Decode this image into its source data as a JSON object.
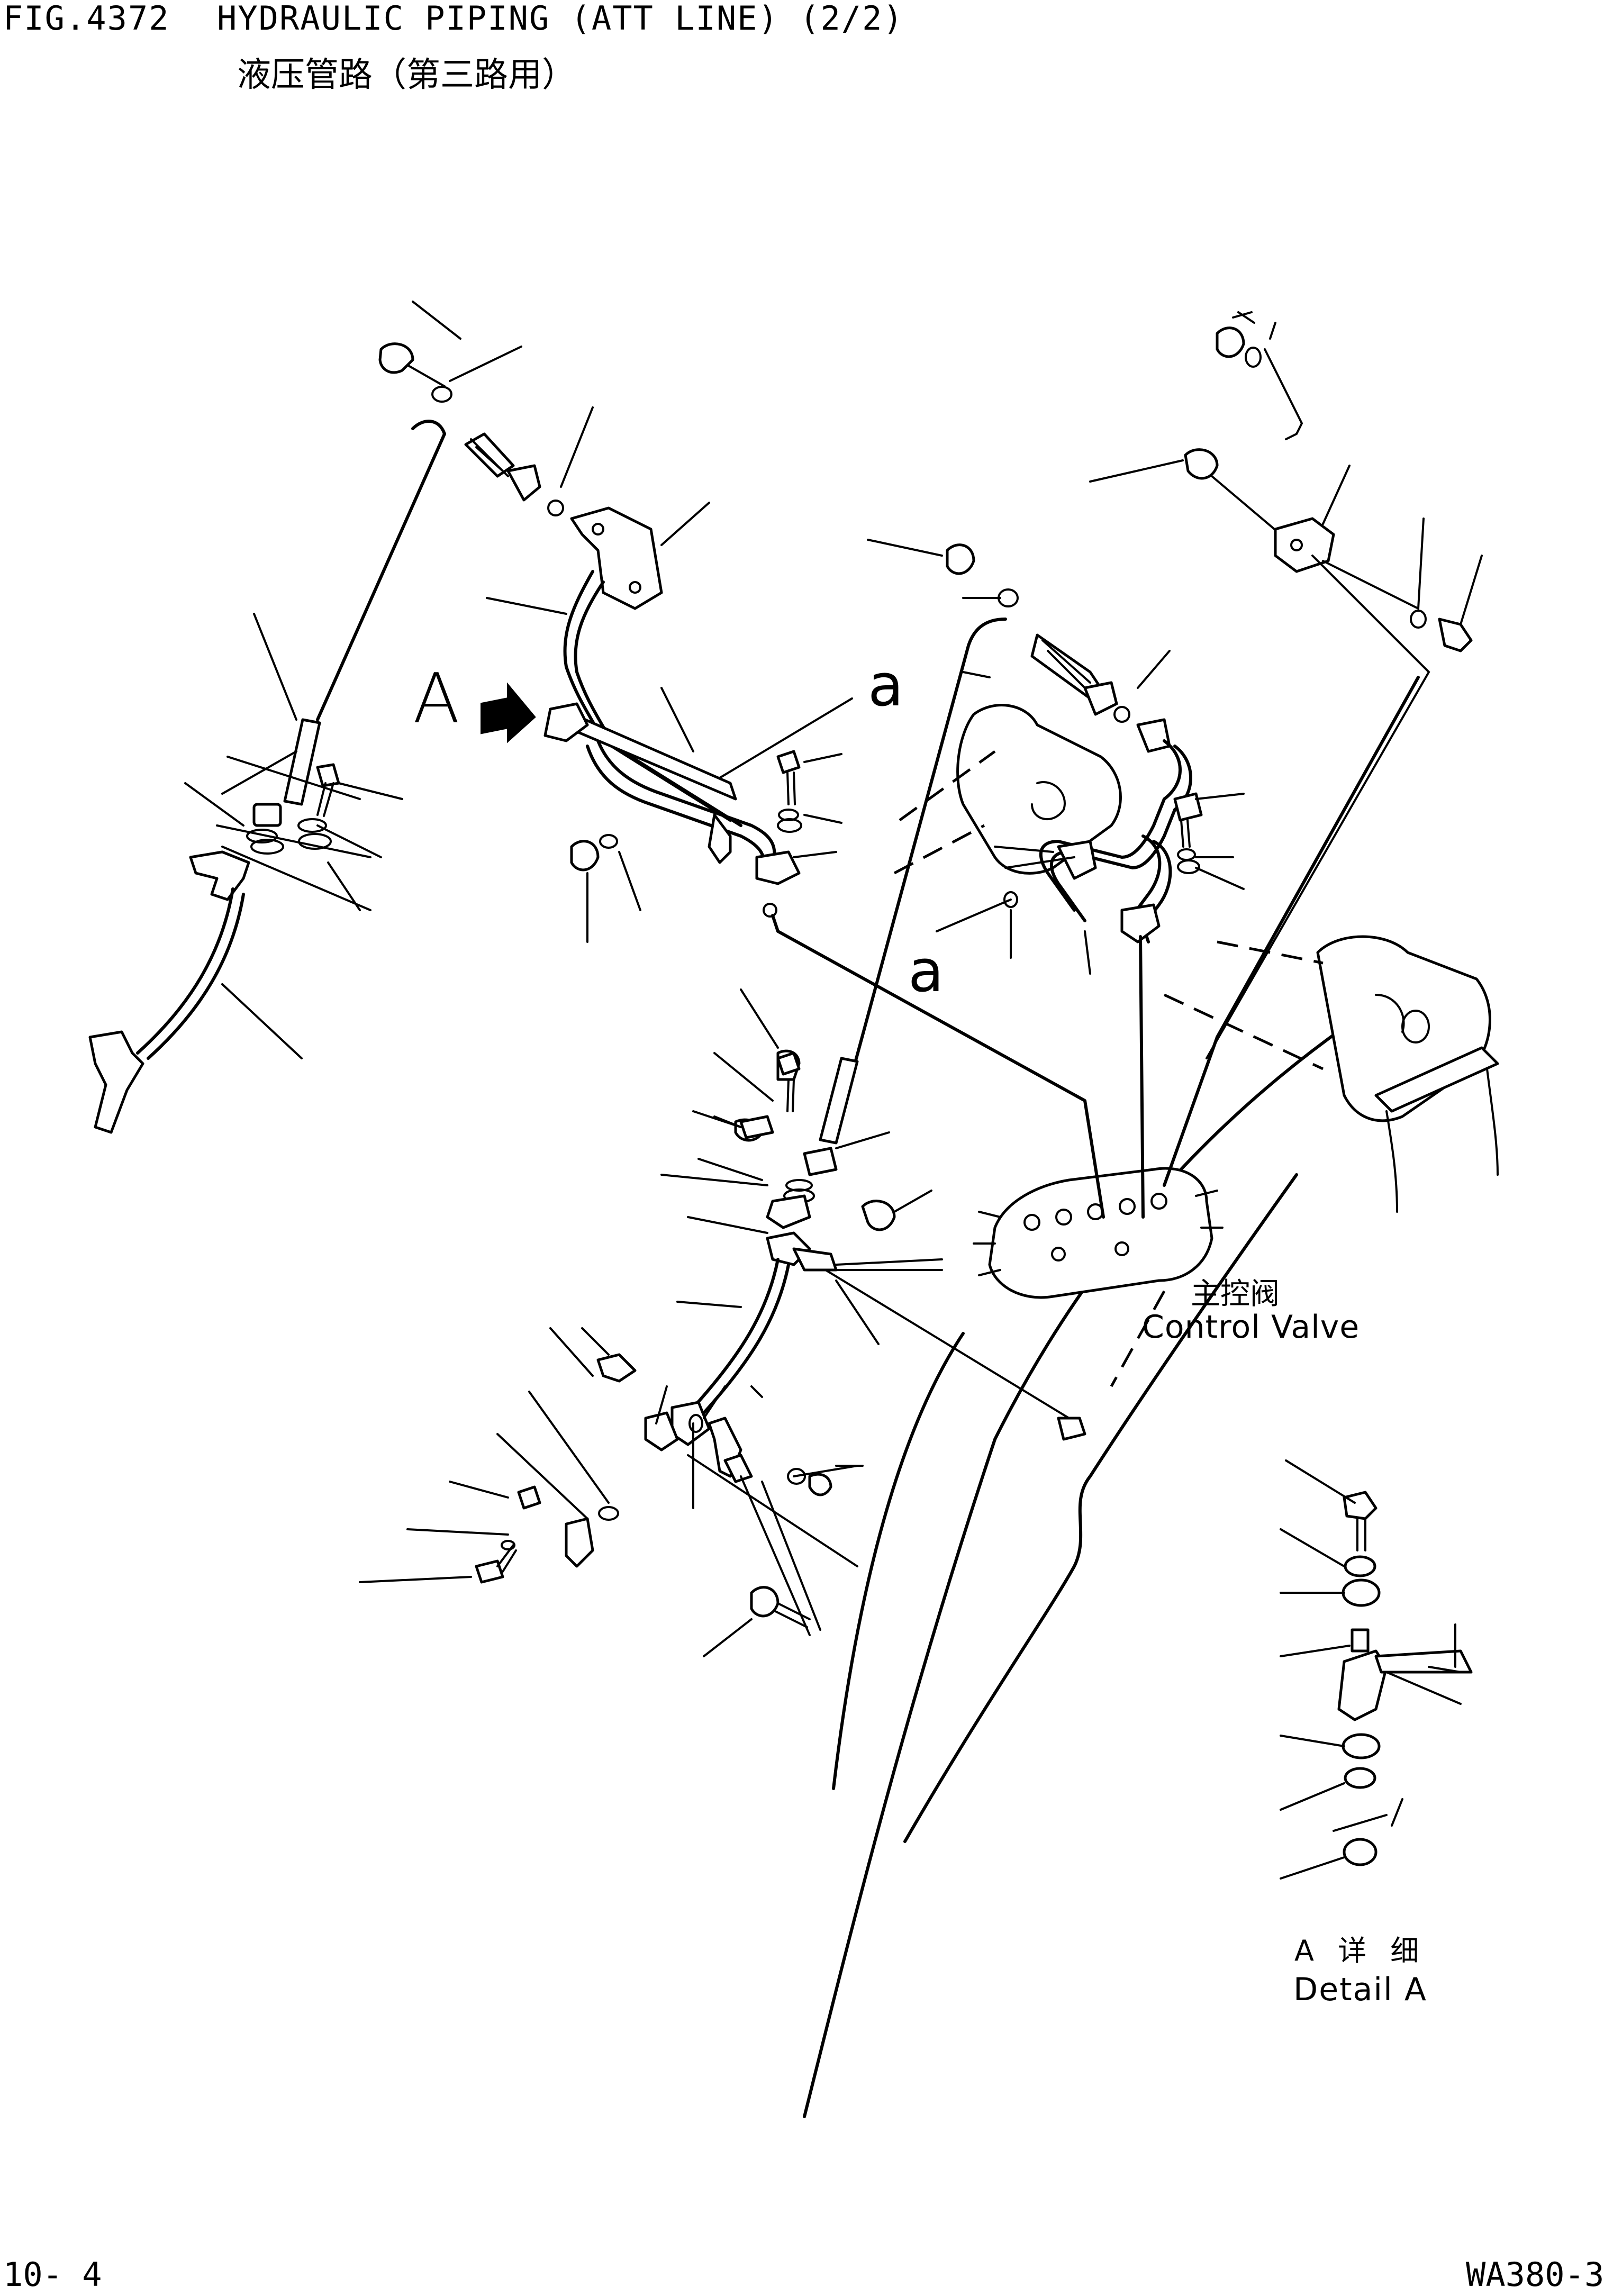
{
  "header": {
    "figure_number": "FIG.4372",
    "title": "HYDRAULIC PIPING (ATT LINE) (2/2)",
    "title_cn": "液压管路（第三路用）"
  },
  "callouts": {
    "view_A": "A",
    "joint_a_upper": "a",
    "joint_a_lower": "a"
  },
  "control_valve": {
    "label_cn": "主控阀",
    "label_en": "Control Valve"
  },
  "detail": {
    "label_cn": "A 详 细",
    "label_en": "Detail A"
  },
  "footer": {
    "page": "10- 4",
    "model": "WA380-3"
  }
}
